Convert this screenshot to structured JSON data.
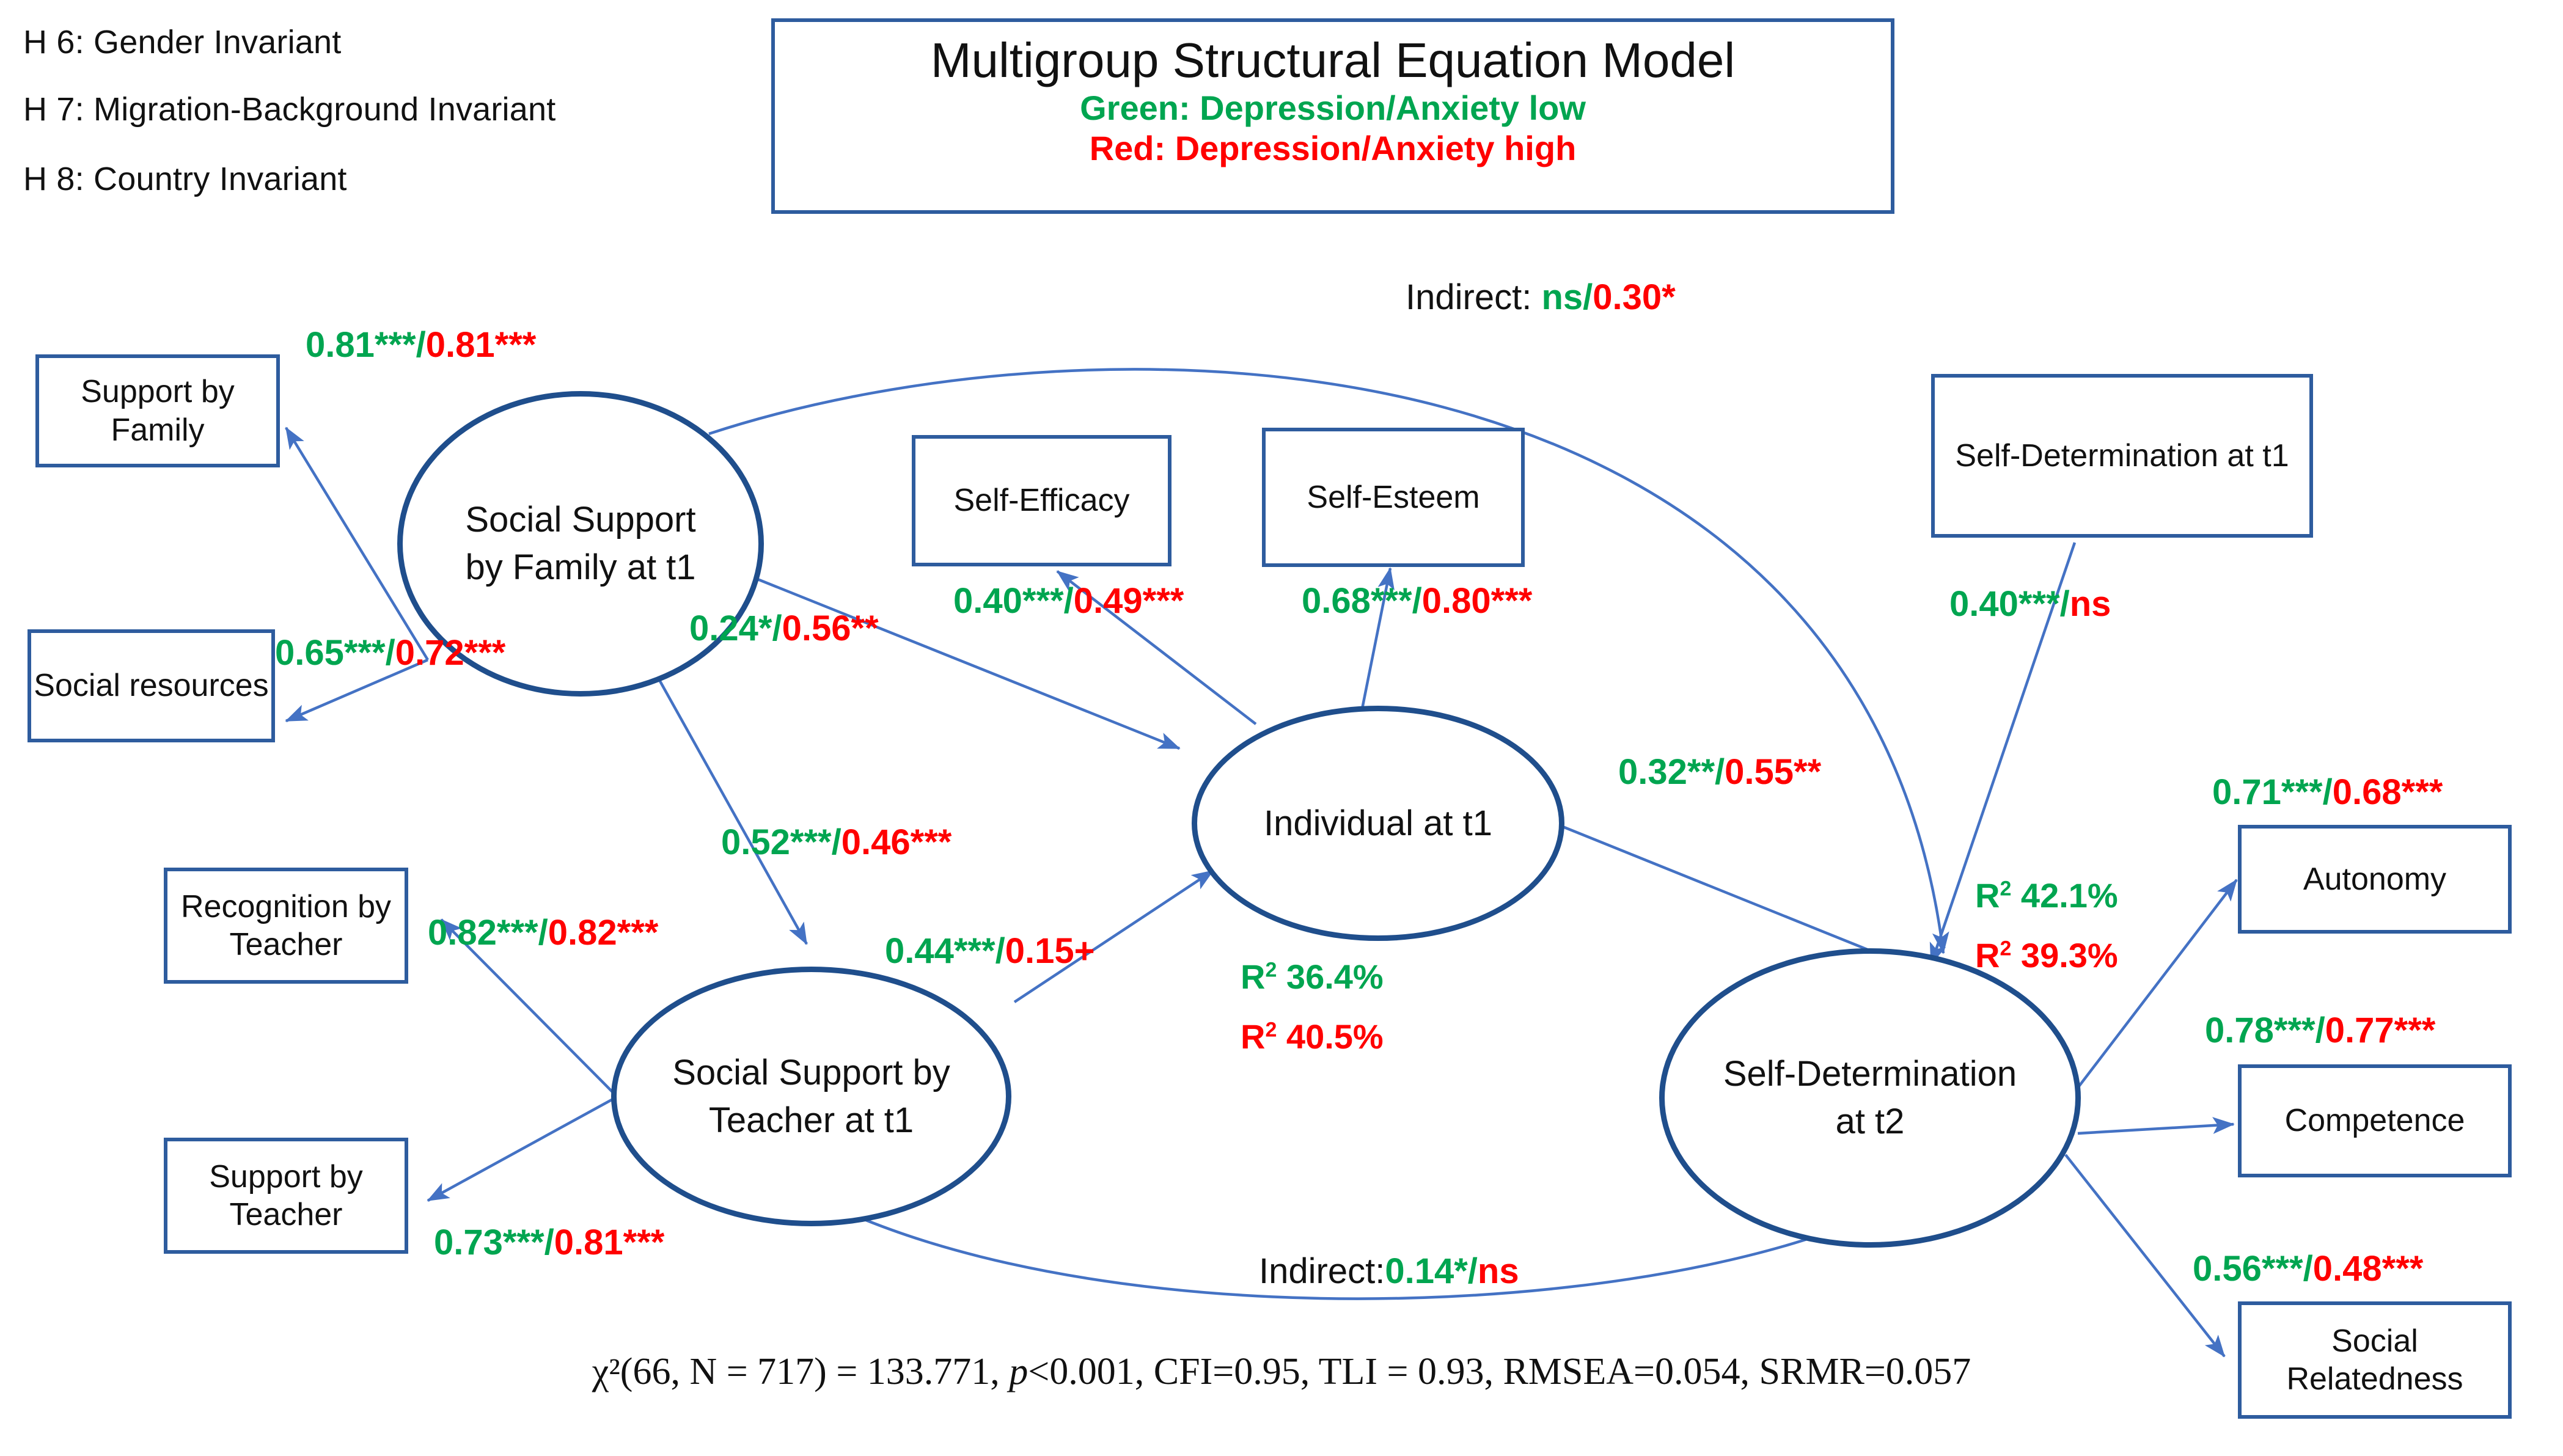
{
  "hypotheses": [
    {
      "label": "H 6: Gender Invariant"
    },
    {
      "label": "H 7: Migration-Background Invariant"
    },
    {
      "label": "H 8: Country Invariant"
    }
  ],
  "title": {
    "main": "Multigroup Structural Equation Model",
    "legend_green": "Green: Depression/Anxiety low",
    "legend_red": "Red: Depression/Anxiety high"
  },
  "colors": {
    "green": "#00A550",
    "red": "#FF0000",
    "box_border": "#2E5C9E",
    "ellipse_border": "#1F4E8C",
    "arrow": "#4472C4"
  },
  "nodes": {
    "support_by_family": "Support by Family",
    "social_resources": "Social resources",
    "recognition_by_teacher": "Recognition by Teacher",
    "support_by_teacher": "Support by Teacher",
    "self_efficacy": "Self-Efficacy",
    "self_esteem": "Self-Esteem",
    "self_determination_t1": "Self-Determination at t1",
    "autonomy": "Autonomy",
    "competence": "Competence",
    "social_relatedness": "Social Relatedness",
    "latent_ss_family": "Social Support by Family at t1",
    "latent_individual": "Individual at t1",
    "latent_ss_teacher": "Social Support by Teacher at t1",
    "latent_sd_t2": "Self-Determination at t2"
  },
  "coefficients": {
    "family_to_supportfamily": {
      "green": "0.81***",
      "red": "0.81***"
    },
    "family_to_socialresources": {
      "green": "0.65***",
      "red": "0.72***"
    },
    "family_to_individual": {
      "green": "0.24*",
      "red": "0.56**"
    },
    "individual_to_selfefficacy": {
      "green": "0.40***",
      "red": "0.49***"
    },
    "individual_to_selfesteem": {
      "green": "0.68***",
      "red": "0.80***"
    },
    "sd_t1_to_sd_t2": {
      "green": "0.40***",
      "red": "ns"
    },
    "individual_to_sd_t2": {
      "green": "0.32**",
      "red": "0.55**"
    },
    "family_to_teacher": {
      "green": "0.52***",
      "red": "0.46***"
    },
    "teacher_to_individual": {
      "green": "0.44***",
      "red": "0.15+"
    },
    "teacher_to_recognition": {
      "green": "0.82***",
      "red": "0.82***"
    },
    "teacher_to_supportteacher": {
      "green": "0.73***",
      "red": "0.81***"
    },
    "sd_t2_to_autonomy": {
      "green": "0.71***",
      "red": "0.68***"
    },
    "sd_t2_to_competence": {
      "green": "0.78***",
      "red": "0.77***"
    },
    "sd_t2_to_relatedness": {
      "green": "0.56***",
      "red": "0.48***"
    }
  },
  "indirect": {
    "top_label": "Indirect:",
    "top_green": "ns",
    "top_red": "0.30*",
    "bottom_label": "Indirect:",
    "bottom_green": "0.14*",
    "bottom_red": "ns"
  },
  "r_squared": {
    "individual_green_prefix": "R",
    "individual_green_value": " 36.4%",
    "individual_red_value": " 40.5%",
    "sd_t2_green_value": " 42.1%",
    "sd_t2_red_value": " 39.3%"
  },
  "fit_statistics": {
    "chi": "χ²(66, N = 717) = 133.771, ",
    "p": "p",
    "rest": "<0.001, CFI=0.95, TLI = 0.93, RMSEA=0.054, SRMR=0.057"
  },
  "separator": "/"
}
